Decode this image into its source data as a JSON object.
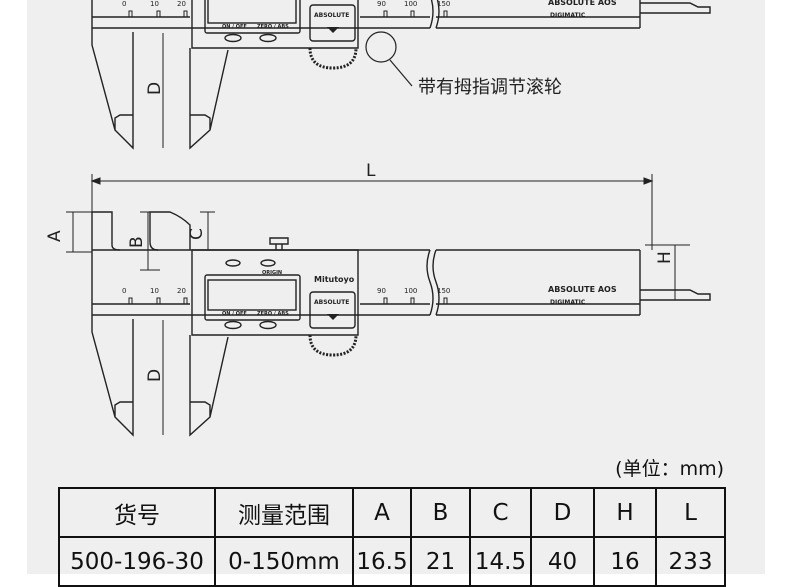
{
  "drawing": {
    "scale_labels": [
      "0",
      "10",
      "20",
      "90",
      "100",
      "150"
    ],
    "on_off": "ON / OFF",
    "zero_abs": "ZERO / ABS",
    "origin": "ORIGIN",
    "brand": "Mitutoyo",
    "absolute": "ABSOLUTE",
    "beam_logo": "ABSOLUTE AOS",
    "digimatic": "DIGIMATIC",
    "callout": "带有拇指调节滚轮",
    "dims": {
      "L": "L",
      "A": "A",
      "B": "B",
      "C": "C",
      "D": "D",
      "H": "H"
    }
  },
  "unit_note": "(单位：mm)",
  "table": {
    "headers": [
      "货号",
      "测量范围",
      "A",
      "B",
      "C",
      "D",
      "H",
      "L"
    ],
    "rows": [
      [
        "500-196-30",
        "0-150mm",
        "16.5",
        "21",
        "14.5",
        "40",
        "16",
        "233"
      ]
    ]
  }
}
